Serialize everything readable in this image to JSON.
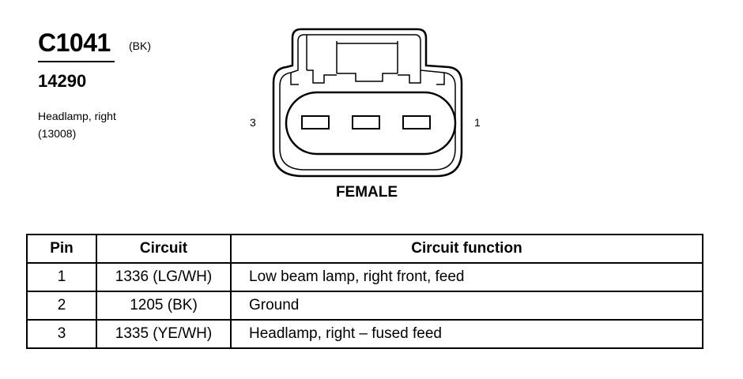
{
  "connector": {
    "id": "C1041",
    "color": "(BK)",
    "part_number": "14290",
    "description": "Headlamp, right",
    "description_code": "(13008)"
  },
  "diagram": {
    "left_pin_label": "3",
    "right_pin_label": "1",
    "gender_label": "FEMALE"
  },
  "table": {
    "headers": {
      "pin": "Pin",
      "circuit": "Circuit",
      "function": "Circuit function"
    },
    "rows": [
      {
        "pin": "1",
        "circuit": "1336 (LG/WH)",
        "function": "Low beam lamp, right front, feed"
      },
      {
        "pin": "2",
        "circuit": "1205 (BK)",
        "function": "Ground"
      },
      {
        "pin": "3",
        "circuit": "1335 (YE/WH)",
        "function": "Headlamp, right  – fused feed"
      }
    ]
  }
}
